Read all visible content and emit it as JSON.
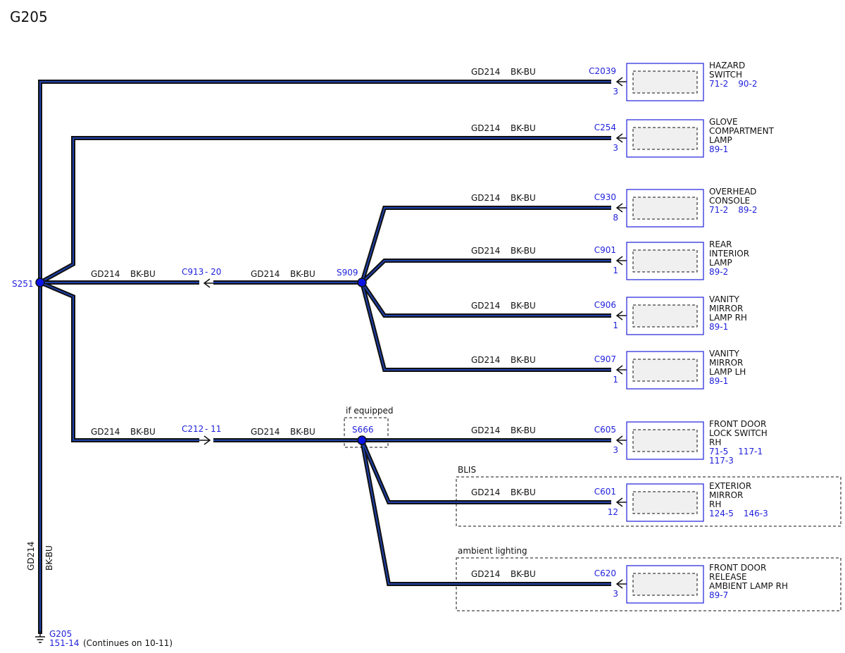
{
  "page_title": "G205",
  "colors": {
    "wire_outer": "#111111",
    "wire_inner": "#1f3fa8",
    "splice": "#0a14e6",
    "blue_text": "#1f1fdd",
    "box_border": "#1f1fdd",
    "box_fill": "#f0f0f0"
  },
  "wire": {
    "circuit": "GD214",
    "color": "BK-BU"
  },
  "splices": {
    "s251": "S251",
    "s909": "S909",
    "s666": "S666"
  },
  "inline_connectors": {
    "c913": {
      "name": "C913",
      "pin": "- 20"
    },
    "c212": {
      "name": "C212",
      "pin": "- 11"
    }
  },
  "if_equipped": "if equipped",
  "option_groups": {
    "blis": "BLIS",
    "ambient": "ambient lighting"
  },
  "ground": {
    "name": "G205",
    "ref": "151-14",
    "note": "(Continues on 10-11)"
  },
  "components": [
    {
      "connector": "C2039",
      "pin": "3",
      "lines": [
        "HAZARD",
        "SWITCH"
      ],
      "refs": [
        "71-2",
        "90-2"
      ]
    },
    {
      "connector": "C254",
      "pin": "3",
      "lines": [
        "GLOVE",
        "COMPARTMENT",
        "LAMP"
      ],
      "refs": [
        "89-1"
      ]
    },
    {
      "connector": "C930",
      "pin": "8",
      "lines": [
        "OVERHEAD",
        "CONSOLE"
      ],
      "refs": [
        "71-2",
        "89-2"
      ]
    },
    {
      "connector": "C901",
      "pin": "1",
      "lines": [
        "REAR",
        "INTERIOR",
        "LAMP"
      ],
      "refs": [
        "89-2"
      ]
    },
    {
      "connector": "C906",
      "pin": "1",
      "lines": [
        "VANITY",
        "MIRROR",
        "LAMP RH"
      ],
      "refs": [
        "89-1"
      ]
    },
    {
      "connector": "C907",
      "pin": "1",
      "lines": [
        "VANITY",
        "MIRROR",
        "LAMP LH"
      ],
      "refs": [
        "89-1"
      ]
    },
    {
      "connector": "C605",
      "pin": "3",
      "lines": [
        "FRONT DOOR",
        "LOCK SWITCH",
        "RH"
      ],
      "refs": [
        "71-5",
        "117-1",
        "117-3"
      ]
    },
    {
      "connector": "C601",
      "pin": "12",
      "lines": [
        "EXTERIOR",
        "MIRROR",
        "RH"
      ],
      "refs": [
        "124-5",
        "146-3"
      ]
    },
    {
      "connector": "C620",
      "pin": "3",
      "lines": [
        "FRONT DOOR",
        "RELEASE",
        "AMBIENT LAMP RH"
      ],
      "refs": [
        "89-7"
      ]
    }
  ]
}
